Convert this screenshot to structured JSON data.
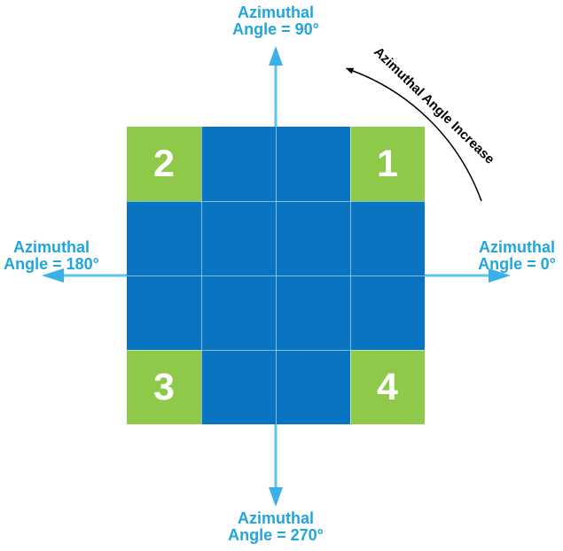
{
  "colors": {
    "cell_blue": "#0874C2",
    "corner_green": "#8FC94A",
    "gridline_white": "rgba(255,255,255,0.5)",
    "arrow_line_cyan": "#5FC3F0",
    "arrowhead_cyan": "#39B1E8",
    "label_cyan": "#1FA5DF",
    "annotation_black": "#000000",
    "number_white": "#FFFFFF"
  },
  "grid": {
    "rows": 4,
    "cols": 4,
    "corner_numbers": {
      "top_left": "2",
      "top_right": "1",
      "bottom_left": "3",
      "bottom_right": "4"
    }
  },
  "axis_labels": {
    "top": [
      "Azimuthal",
      "Angle = 90°"
    ],
    "right": [
      "Azimuthal",
      "Angle = 0°"
    ],
    "left": [
      "Azimuthal",
      "Angle = 180°"
    ],
    "bottom": [
      "Azimuthal",
      "Angle = 270°"
    ]
  },
  "rotation_annotation": "Azimuthal Angle Increase"
}
